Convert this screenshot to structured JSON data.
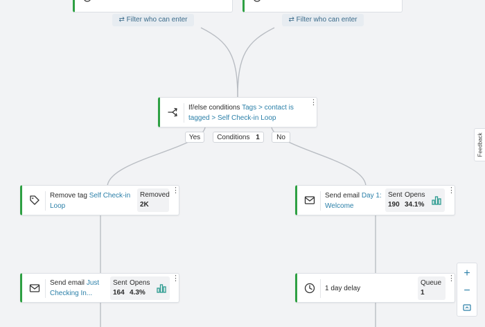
{
  "filters": [
    {
      "label": "Filter who can enter"
    },
    {
      "label": "Filter who can enter"
    }
  ],
  "ifelse": {
    "title": "If/else conditions",
    "condition": "Tags > contact is tagged > Self Check-in Loop"
  },
  "branches": {
    "yes": "Yes",
    "conditions_label": "Conditions",
    "conditions_count": "1",
    "no": "No"
  },
  "remove_tag": {
    "action": "Remove tag",
    "tag": "Self Check-in Loop",
    "stat_label": "Removed",
    "stat_value": "2K"
  },
  "send_email_day1": {
    "action": "Send email",
    "email": "Day 1: Welcome",
    "sent_label": "Sent",
    "sent_value": "190",
    "opens_label": "Opens",
    "opens_value": "34.1%"
  },
  "send_email_checking": {
    "action": "Send email",
    "email": "Just Checking In...",
    "sent_label": "Sent",
    "sent_value": "164",
    "opens_label": "Opens",
    "opens_value": "4.3%"
  },
  "delay": {
    "label": "1 day delay",
    "queue_label": "Queue",
    "queue_value": "1"
  },
  "feedback_label": "Feedback",
  "zoom": {
    "in": "+",
    "out": "−"
  },
  "colors": {
    "accent_green": "#2ea043",
    "link": "#2a7fa8",
    "connector": "#b9bdc3"
  }
}
